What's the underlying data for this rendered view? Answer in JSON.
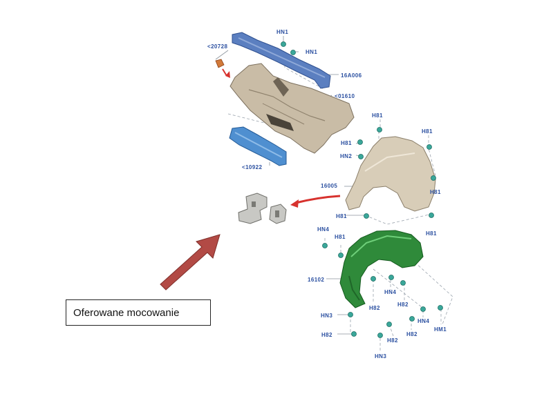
{
  "caption": "Oferowane mocowanie",
  "labels": {
    "p20728": "<20728",
    "hn1_a": "HN1",
    "hn1_b": "HN1",
    "p16a006": "16A006",
    "p01610": "<01610",
    "p10922": "<10922",
    "h81_a": "H81",
    "h81_b": "H81",
    "h81_c": "H81",
    "h81_d": "H81",
    "h81_e": "H81",
    "h81_f": "H81",
    "h81_g": "H81",
    "hn2": "HN2",
    "p16005": "16005",
    "hn4_a": "HN4",
    "hn4_b": "HN4",
    "hn4_c": "HN4",
    "p16102": "16102",
    "h82_a": "H82",
    "h82_b": "H82",
    "h82_c": "H82",
    "h82_d": "H82",
    "h82_e": "H82",
    "hn3_a": "HN3",
    "hn3_b": "HN3",
    "hm1": "HM1"
  },
  "colors": {
    "blue_part": "#5b7fc0",
    "body_part": "#c9bca6",
    "fender": "#d8cdb8",
    "liner": "#2f8a3a",
    "clip": "#3aa79a",
    "label": "#2a4fa0",
    "arrow_big": "#b24a45",
    "arrow_small": "#d7322e"
  }
}
